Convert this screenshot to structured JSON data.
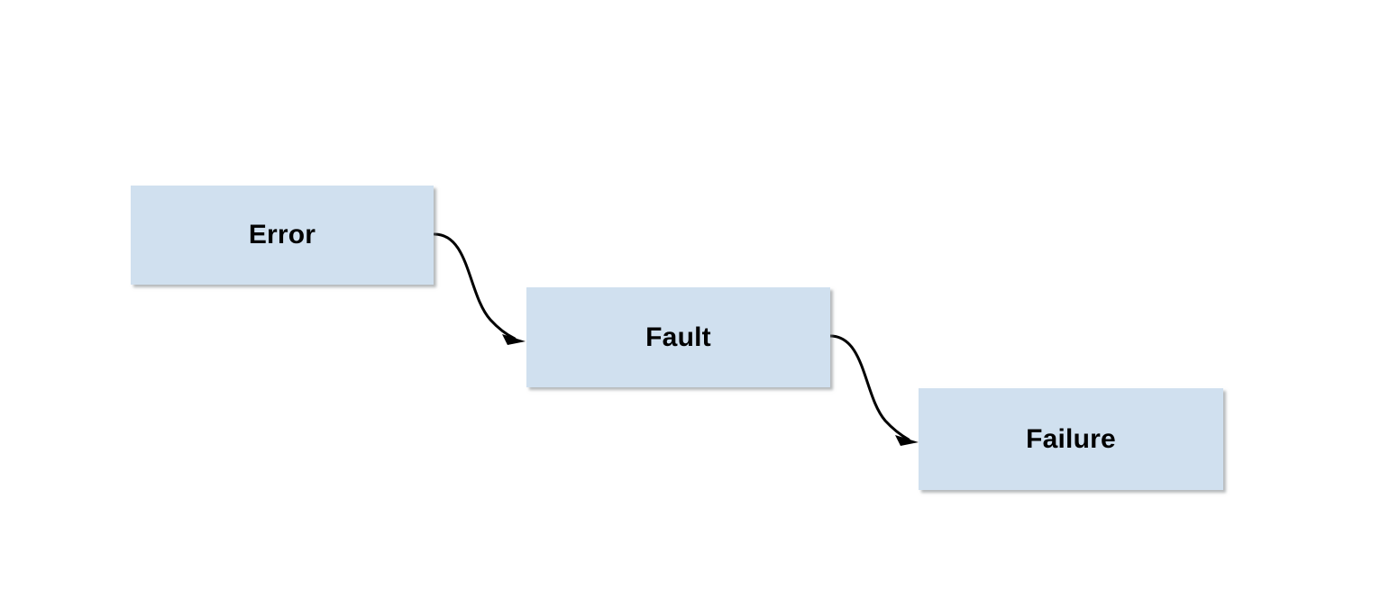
{
  "diagram": {
    "title": "Error Fault Failure",
    "background_color": "#ffffff",
    "node_fill_color": "#d0e0ef",
    "node_text_color": "#000000",
    "edge_color": "#000000",
    "nodes": [
      {
        "id": "error",
        "label": "Error"
      },
      {
        "id": "fault",
        "label": "Fault"
      },
      {
        "id": "failure",
        "label": "Failure"
      }
    ],
    "edges": [
      {
        "id": "error-to-fault",
        "from": "Error",
        "to": "Fault",
        "label": ""
      },
      {
        "id": "fault-to-failure",
        "from": "Fault",
        "to": "Failure",
        "label": ""
      }
    ]
  }
}
